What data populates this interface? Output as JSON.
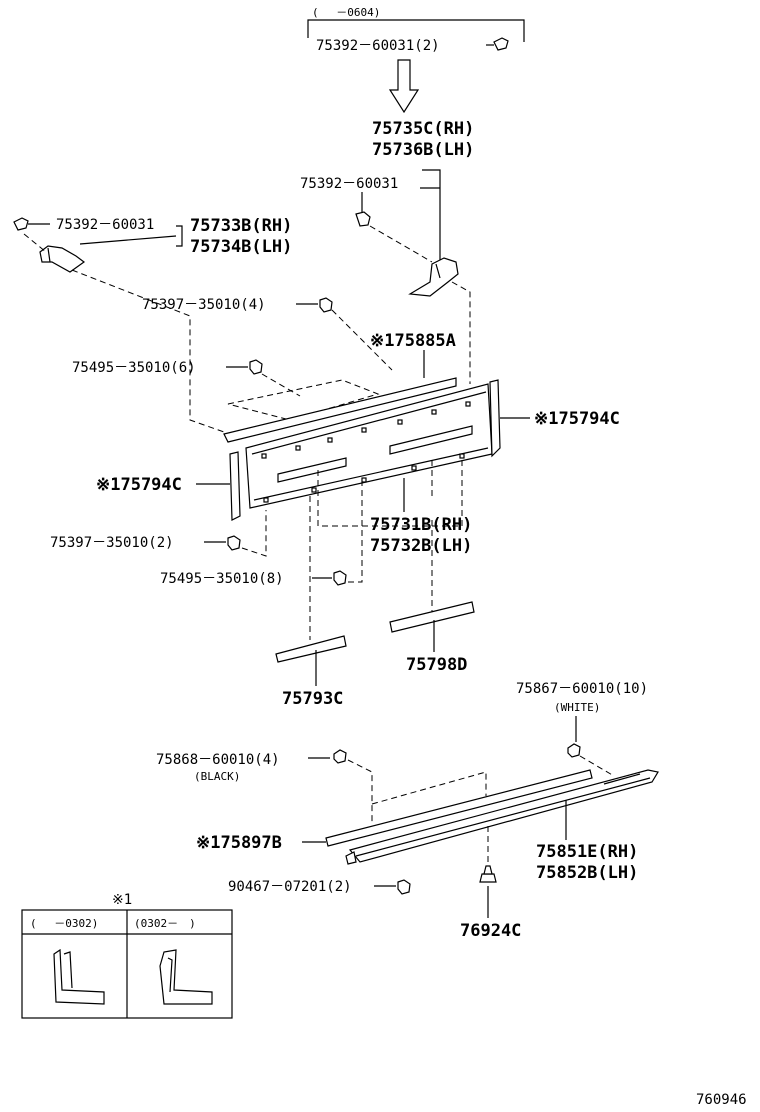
{
  "labels": {
    "top_range": "(　 －0604)",
    "top_clip": "75392－60031(2)",
    "arrow_target_rh": "75735C(RH)",
    "arrow_target_lh": "75736B(LH)",
    "clip_mid": "75392－60031",
    "clip_left": "75392－60031",
    "bracket_rh": "75733B(RH)",
    "bracket_lh": "75734B(LH)",
    "screw_4": "75397－35010(4)",
    "moulding_top": "※175885A",
    "screw_6": "75495－35010(6)",
    "end_right": "※175794C",
    "end_left": "※175794C",
    "panel_rh": "75731B(RH)",
    "panel_lh": "75732B(LH)",
    "screw_2": "75397－35010(2)",
    "screw_8": "75495－35010(8)",
    "strip_d": "75798D",
    "strip_c": "75793C",
    "clip_white": "75867－60010(10)",
    "white_note": "(WHITE)",
    "clip_black": "75868－60010(4)",
    "black_note": "(BLACK)",
    "sill_strip": "※175897B",
    "sill_rh": "75851E(RH)",
    "sill_lh": "75852B(LH)",
    "screw_90467": "90467－07201(2)",
    "grommet": "76924C",
    "inset_mark": "※1",
    "inset_col1": "(　 －0302)",
    "inset_col2": "(0302－　)",
    "figure_no": "760946"
  }
}
